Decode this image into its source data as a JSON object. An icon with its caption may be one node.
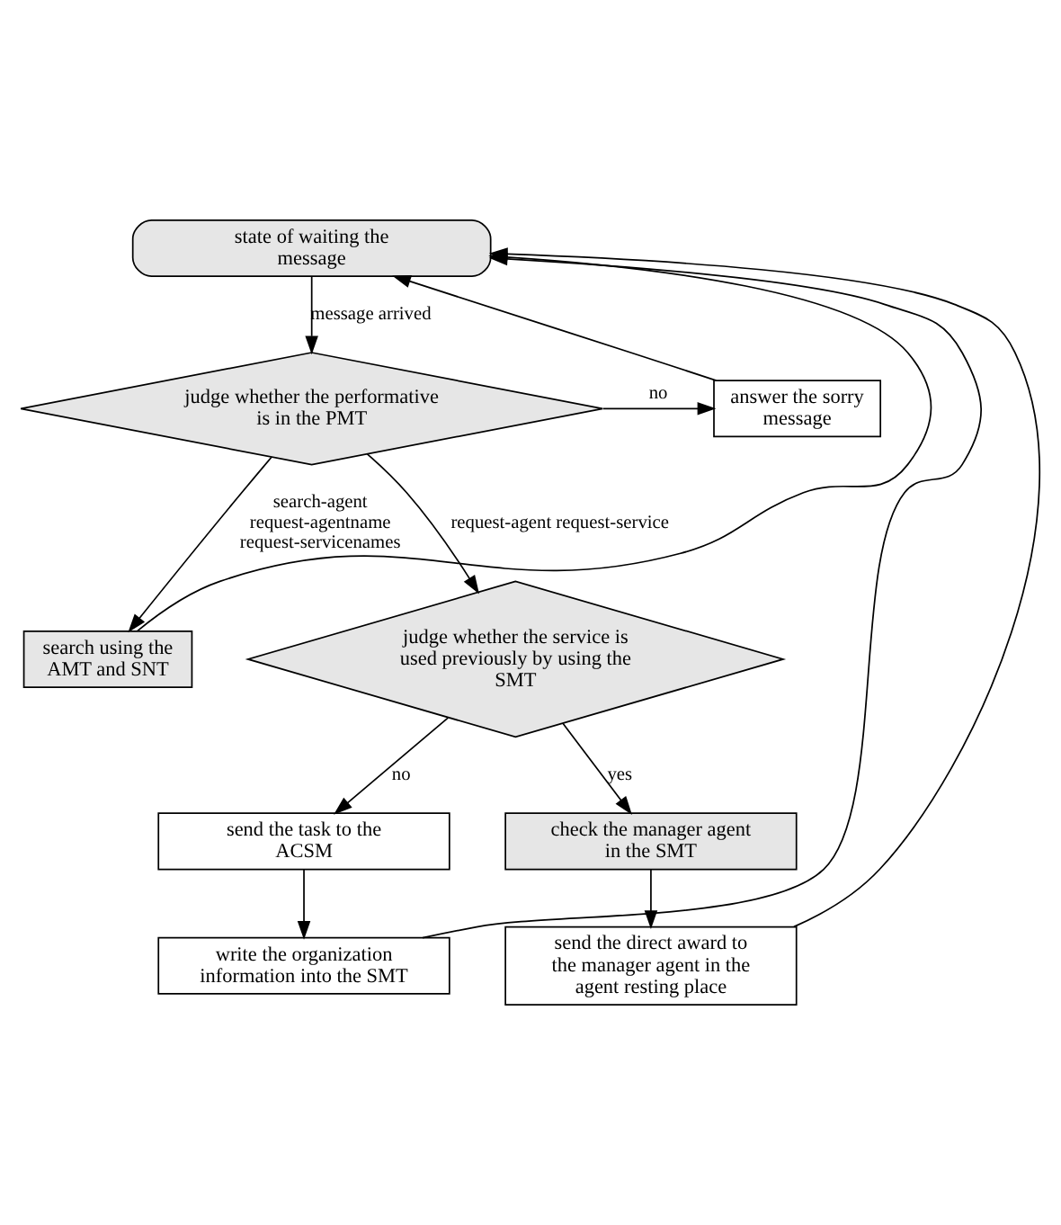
{
  "diagram": {
    "nodes": [
      {
        "text": [
          "state of waiting the message"
        ]
      },
      {
        "text": [
          "judge whether the performative is in the PMT"
        ]
      },
      {
        "text": [
          "answer the sorry message"
        ]
      },
      {
        "text": [
          "search using the AMT and SNT"
        ]
      },
      {
        "text": [
          "judge whether the service is used previously by using the SMT"
        ]
      },
      {
        "text": [
          "send the task to the ACSM"
        ]
      },
      {
        "text": [
          "check the manager agent in the SMT"
        ]
      },
      {
        "text": [
          "write the organization information into the SMT"
        ]
      },
      {
        "text": [
          "send the direct award to the manager agent in the agent resting place"
        ]
      }
    ],
    "edges": [
      {
        "from": 0,
        "to": 1,
        "arrow": "to",
        "label": "message arrived"
      },
      {
        "from": 1,
        "to": 2,
        "arrow": "to",
        "label": "no"
      },
      {
        "from": 1,
        "to": 3,
        "arrow": "to",
        "label": "search-agent request-agentname request-servicenames"
      },
      {
        "from": 1,
        "to": 4,
        "arrow": "to",
        "label": "request-agent request-service"
      },
      {
        "from": 2,
        "to": 0,
        "arrow": "to"
      },
      {
        "from": 3,
        "to": 0,
        "arrow": "to"
      },
      {
        "from": 4,
        "to": 5,
        "arrow": "to",
        "label": "no"
      },
      {
        "from": 4,
        "to": 6,
        "arrow": "to",
        "label": "yes"
      },
      {
        "from": 5,
        "to": 7,
        "arrow": "to"
      },
      {
        "from": 6,
        "to": 8,
        "arrow": "to"
      },
      {
        "from": 7,
        "to": 0,
        "arrow": "to"
      },
      {
        "from": 8,
        "to": 0,
        "arrow": "to"
      }
    ]
  }
}
